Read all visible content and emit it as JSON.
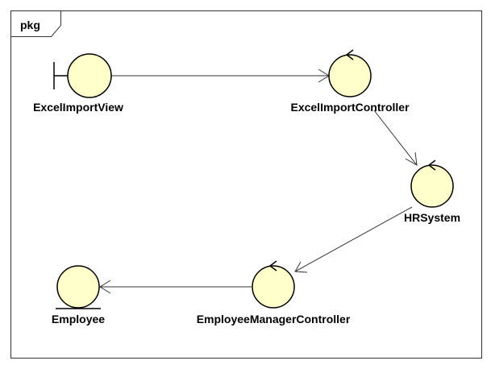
{
  "package": {
    "label": "pkg"
  },
  "colors": {
    "node_fill": "#ffffcc",
    "node_stroke": "#000000",
    "edge_stroke": "#333333",
    "frame_stroke": "#333333"
  },
  "nodes": [
    {
      "id": "excel-import-view",
      "stereotype": "boundary",
      "label": "ExcelImportView"
    },
    {
      "id": "excel-import-controller",
      "stereotype": "control",
      "label": "ExcelImportController"
    },
    {
      "id": "hr-system",
      "stereotype": "control",
      "label": "HRSystem"
    },
    {
      "id": "employee-manager-controller",
      "stereotype": "control",
      "label": "EmployeeManagerController"
    },
    {
      "id": "employee",
      "stereotype": "entity",
      "label": "Employee"
    }
  ],
  "edges": [
    {
      "from": "excel-import-view",
      "to": "excel-import-controller"
    },
    {
      "from": "excel-import-controller",
      "to": "hr-system"
    },
    {
      "from": "hr-system",
      "to": "employee-manager-controller"
    },
    {
      "from": "employee-manager-controller",
      "to": "employee"
    }
  ]
}
